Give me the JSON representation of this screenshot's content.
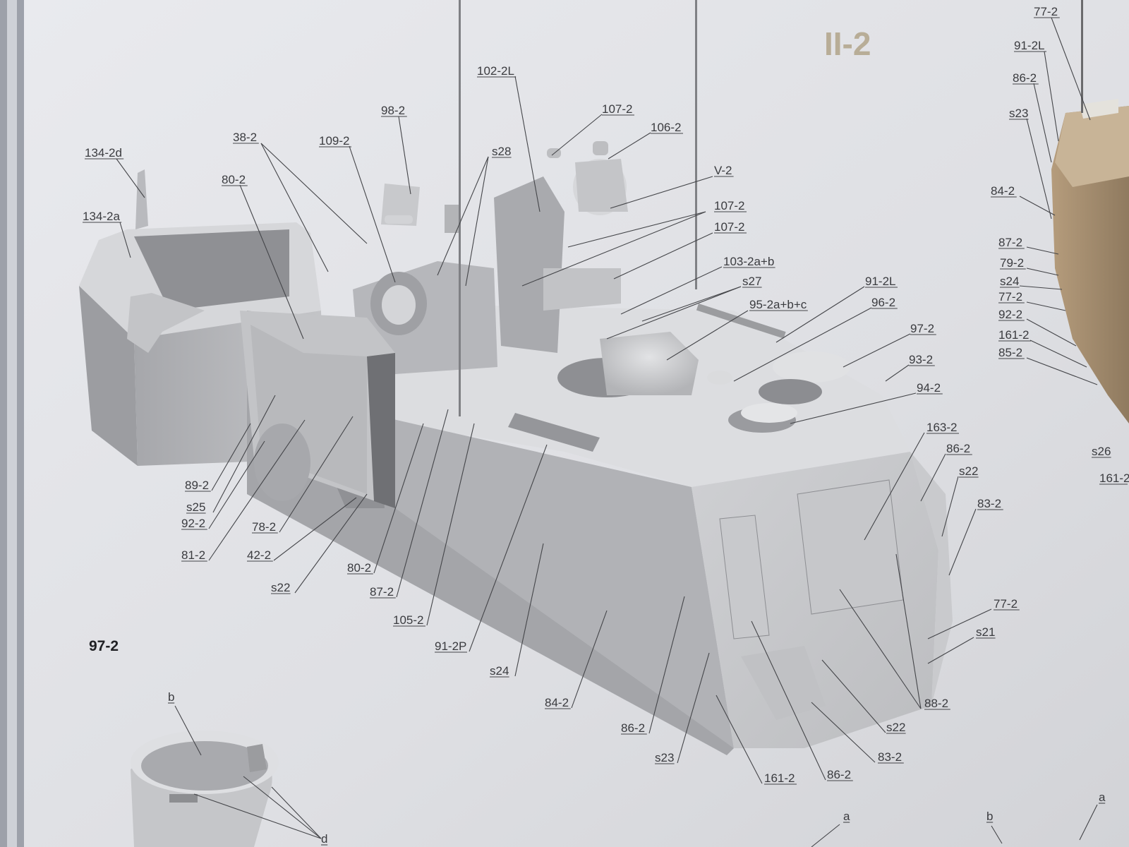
{
  "sheet": {
    "title": "II-2",
    "inset_title": "97-2"
  },
  "labels": [
    {
      "id": "134-2d",
      "text": "134-2d"
    },
    {
      "id": "134-2a",
      "text": "134-2a"
    },
    {
      "id": "80-2-top",
      "text": "80-2"
    },
    {
      "id": "38-2",
      "text": "38-2"
    },
    {
      "id": "109-2",
      "text": "109-2"
    },
    {
      "id": "98-2",
      "text": "98-2"
    },
    {
      "id": "102-2L",
      "text": "102-2L"
    },
    {
      "id": "s28",
      "text": "s28"
    },
    {
      "id": "107-2-a",
      "text": "107-2"
    },
    {
      "id": "106-2",
      "text": "106-2"
    },
    {
      "id": "V-2",
      "text": "V-2"
    },
    {
      "id": "107-2-b",
      "text": "107-2"
    },
    {
      "id": "107-2-c",
      "text": "107-2"
    },
    {
      "id": "103-2a+b",
      "text": "103-2a+b"
    },
    {
      "id": "s27",
      "text": "s27"
    },
    {
      "id": "95-2a+b+c",
      "text": "95-2a+b+c"
    },
    {
      "id": "91-2L",
      "text": "91-2L"
    },
    {
      "id": "96-2",
      "text": "96-2"
    },
    {
      "id": "97-2",
      "text": "97-2"
    },
    {
      "id": "93-2",
      "text": "93-2"
    },
    {
      "id": "94-2",
      "text": "94-2"
    },
    {
      "id": "163-2",
      "text": "163-2"
    },
    {
      "id": "86-2-right",
      "text": "86-2"
    },
    {
      "id": "s22-right",
      "text": "s22"
    },
    {
      "id": "83-2-right",
      "text": "83-2"
    },
    {
      "id": "77-2",
      "text": "77-2"
    },
    {
      "id": "s21",
      "text": "s21"
    },
    {
      "id": "89-2",
      "text": "89-2"
    },
    {
      "id": "s25",
      "text": "s25"
    },
    {
      "id": "92-2",
      "text": "92-2"
    },
    {
      "id": "78-2",
      "text": "78-2"
    },
    {
      "id": "81-2",
      "text": "81-2"
    },
    {
      "id": "42-2",
      "text": "42-2"
    },
    {
      "id": "s22-left",
      "text": "s22"
    },
    {
      "id": "80-2-bottom",
      "text": "80-2"
    },
    {
      "id": "87-2",
      "text": "87-2"
    },
    {
      "id": "105-2",
      "text": "105-2"
    },
    {
      "id": "91-2P",
      "text": "91-2P"
    },
    {
      "id": "s24",
      "text": "s24"
    },
    {
      "id": "84-2",
      "text": "84-2"
    },
    {
      "id": "86-2-bottom",
      "text": "86-2"
    },
    {
      "id": "s23",
      "text": "s23"
    },
    {
      "id": "161-2",
      "text": "161-2"
    },
    {
      "id": "86-2-lower",
      "text": "86-2"
    },
    {
      "id": "83-2-lower",
      "text": "83-2"
    },
    {
      "id": "s22-lower",
      "text": "s22"
    },
    {
      "id": "88-2",
      "text": "88-2"
    },
    {
      "id": "inset-b",
      "text": "b"
    },
    {
      "id": "inset-d",
      "text": "d"
    },
    {
      "id": "corner-a",
      "text": "a"
    },
    {
      "id": "corner-b",
      "text": "b"
    },
    {
      "id": "corner-a2",
      "text": "a"
    }
  ],
  "side_panel_labels": [
    {
      "id": "sp-77-2",
      "text": "77-2"
    },
    {
      "id": "sp-91-2L",
      "text": "91-2L"
    },
    {
      "id": "sp-86-2",
      "text": "86-2"
    },
    {
      "id": "sp-s23",
      "text": "s23"
    },
    {
      "id": "sp-84-2",
      "text": "84-2"
    },
    {
      "id": "sp-87-2",
      "text": "87-2"
    },
    {
      "id": "sp-79-2",
      "text": "79-2"
    },
    {
      "id": "sp-s24",
      "text": "s24"
    },
    {
      "id": "sp-77-2b",
      "text": "77-2"
    },
    {
      "id": "sp-92-2",
      "text": "92-2"
    },
    {
      "id": "sp-161-2",
      "text": "161-2"
    },
    {
      "id": "sp-85-2",
      "text": "85-2"
    },
    {
      "id": "sp-s26",
      "text": "s26"
    },
    {
      "id": "sp-161",
      "text": "161-2"
    }
  ]
}
